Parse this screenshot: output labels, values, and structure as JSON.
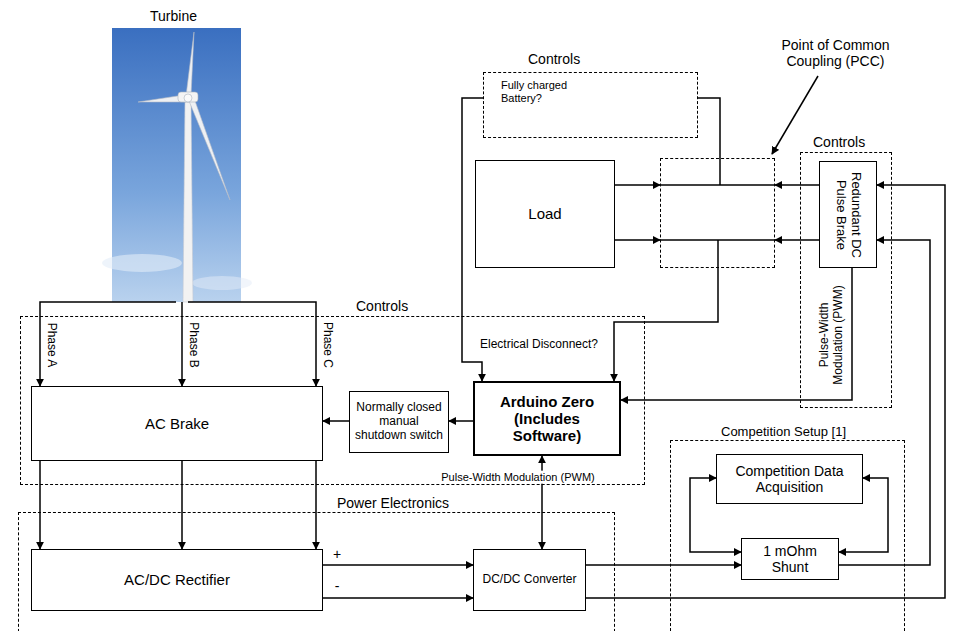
{
  "diagram": {
    "nodes": [
      {
        "text": [
          "Turbine"
        ]
      },
      {
        "text": [
          "Controls",
          "Fully charged Battery?"
        ]
      },
      {
        "text": [
          "Load"
        ]
      },
      {
        "text": [
          "Point of Common Coupling (PCC)"
        ]
      },
      {
        "text": [
          "Controls"
        ]
      },
      {
        "text": [
          "Redundant DC Pulse Brake"
        ],
        "in": 4
      },
      {
        "text": [
          "Controls"
        ]
      },
      {
        "text": [
          "AC Brake"
        ],
        "in": 6
      },
      {
        "text": [
          "Normally closed manual shutdown switch"
        ],
        "in": 6
      },
      {
        "text": [
          "Arduino Zero (Includes Software)"
        ],
        "in": 6
      },
      {
        "text": [
          "Power Electronics"
        ]
      },
      {
        "text": [
          "AC/DC Rectifier"
        ],
        "in": 10
      },
      {
        "text": [
          "DC/DC Converter"
        ],
        "in": 10
      },
      {
        "text": [
          "Competition Setup [1]"
        ]
      },
      {
        "text": [
          "Competition Data Acquisition"
        ],
        "in": 13
      },
      {
        "text": [
          "1 mOhm Shunt"
        ],
        "in": 13
      }
    ],
    "edges": [
      {
        "from": 0,
        "to": 7,
        "arrow": "to",
        "label": "Phase A"
      },
      {
        "from": 0,
        "to": 7,
        "arrow": "to",
        "label": "Phase B"
      },
      {
        "from": 0,
        "to": 7,
        "arrow": "to",
        "label": "Phase C"
      },
      {
        "from": 7,
        "to": 11,
        "arrow": "to"
      },
      {
        "from": 7,
        "to": 11,
        "arrow": "to"
      },
      {
        "from": 7,
        "to": 11,
        "arrow": "to"
      },
      {
        "from": 8,
        "to": 7,
        "arrow": "to"
      },
      {
        "from": 9,
        "to": 8,
        "arrow": "to"
      },
      {
        "from": 9,
        "to": 12,
        "arrow": "both",
        "label": "Pulse-Width Modulation (PWM)"
      },
      {
        "from": 11,
        "to": 12,
        "arrow": "to",
        "label": "+"
      },
      {
        "from": 11,
        "to": 12,
        "arrow": "to",
        "label": "-"
      },
      {
        "from": 2,
        "to": 3,
        "arrow": "to"
      },
      {
        "from": 2,
        "to": 3,
        "arrow": "to"
      },
      {
        "from": 5,
        "to": 3,
        "arrow": "to"
      },
      {
        "from": 5,
        "to": 3,
        "arrow": "to"
      },
      {
        "from": 3,
        "to": 1,
        "arrow": "none"
      },
      {
        "from": 1,
        "to": 9,
        "arrow": "to"
      },
      {
        "from": 3,
        "to": 9,
        "arrow": "to",
        "label": "Electrical Disconnect?"
      },
      {
        "from": 5,
        "to": 9,
        "arrow": "to",
        "label": "Pulse-Width Modulation (PWM)"
      },
      {
        "from": 12,
        "to": 15,
        "arrow": "to"
      },
      {
        "from": 15,
        "to": 5,
        "arrow": "to"
      },
      {
        "from": 12,
        "to": 5,
        "arrow": "to"
      },
      {
        "from": 14,
        "to": 15,
        "arrow": "both"
      },
      {
        "from": 14,
        "to": 15,
        "arrow": "both"
      }
    ]
  }
}
